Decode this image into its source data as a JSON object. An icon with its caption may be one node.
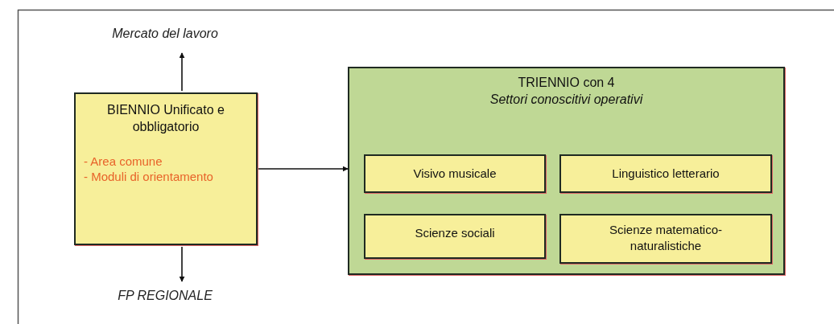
{
  "diagram": {
    "nodes": [
      {
        "text": [
          "BIENNIO Unificato e obbligatorio",
          "- Area comune",
          "- Moduli di orientamento"
        ]
      },
      {
        "text": [
          "TRIENNIO con 4",
          "Settori conoscitivi operativi"
        ]
      },
      {
        "text": [
          "Visivo musicale"
        ],
        "in": 1
      },
      {
        "text": [
          "Linguistico letterario"
        ],
        "in": 1
      },
      {
        "text": [
          "Scienze sociali"
        ],
        "in": 1
      },
      {
        "text": [
          "Scienze matematico-naturalistiche"
        ],
        "in": 1
      },
      {
        "text": [
          "Mercato del lavoro"
        ]
      },
      {
        "text": [
          "FP REGIONALE"
        ]
      }
    ],
    "edges": [
      {
        "from": 0,
        "to": 1,
        "arrow": "to"
      },
      {
        "from": 0,
        "to": 6,
        "arrow": "to"
      },
      {
        "from": 0,
        "to": 7,
        "arrow": "to"
      }
    ]
  }
}
